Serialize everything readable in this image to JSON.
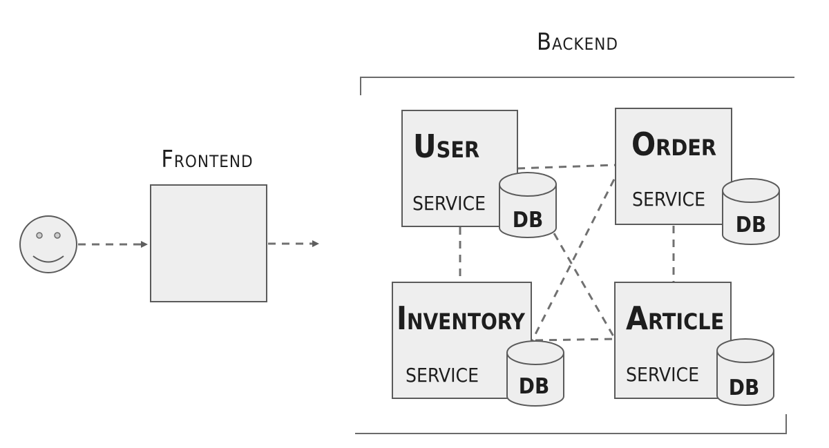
{
  "labels": {
    "backend_title": "Backend",
    "frontend_title": "Frontend"
  },
  "services": [
    {
      "id": "user",
      "name": "User",
      "sub": "service",
      "db": "DB"
    },
    {
      "id": "order",
      "name": "Order",
      "sub": "service",
      "db": "DB"
    },
    {
      "id": "inventory",
      "name": "Inventory",
      "sub": "service",
      "db": "DB"
    },
    {
      "id": "article",
      "name": "Article",
      "sub": "service",
      "db": "DB"
    }
  ],
  "colors": {
    "box_fill": "#eeeeee",
    "stroke": "#5a5a5a",
    "dash": "#707070",
    "text": "#1e1e1e"
  },
  "icons": {
    "user": "smiley-face-icon",
    "arrow": "arrow-right-icon"
  }
}
